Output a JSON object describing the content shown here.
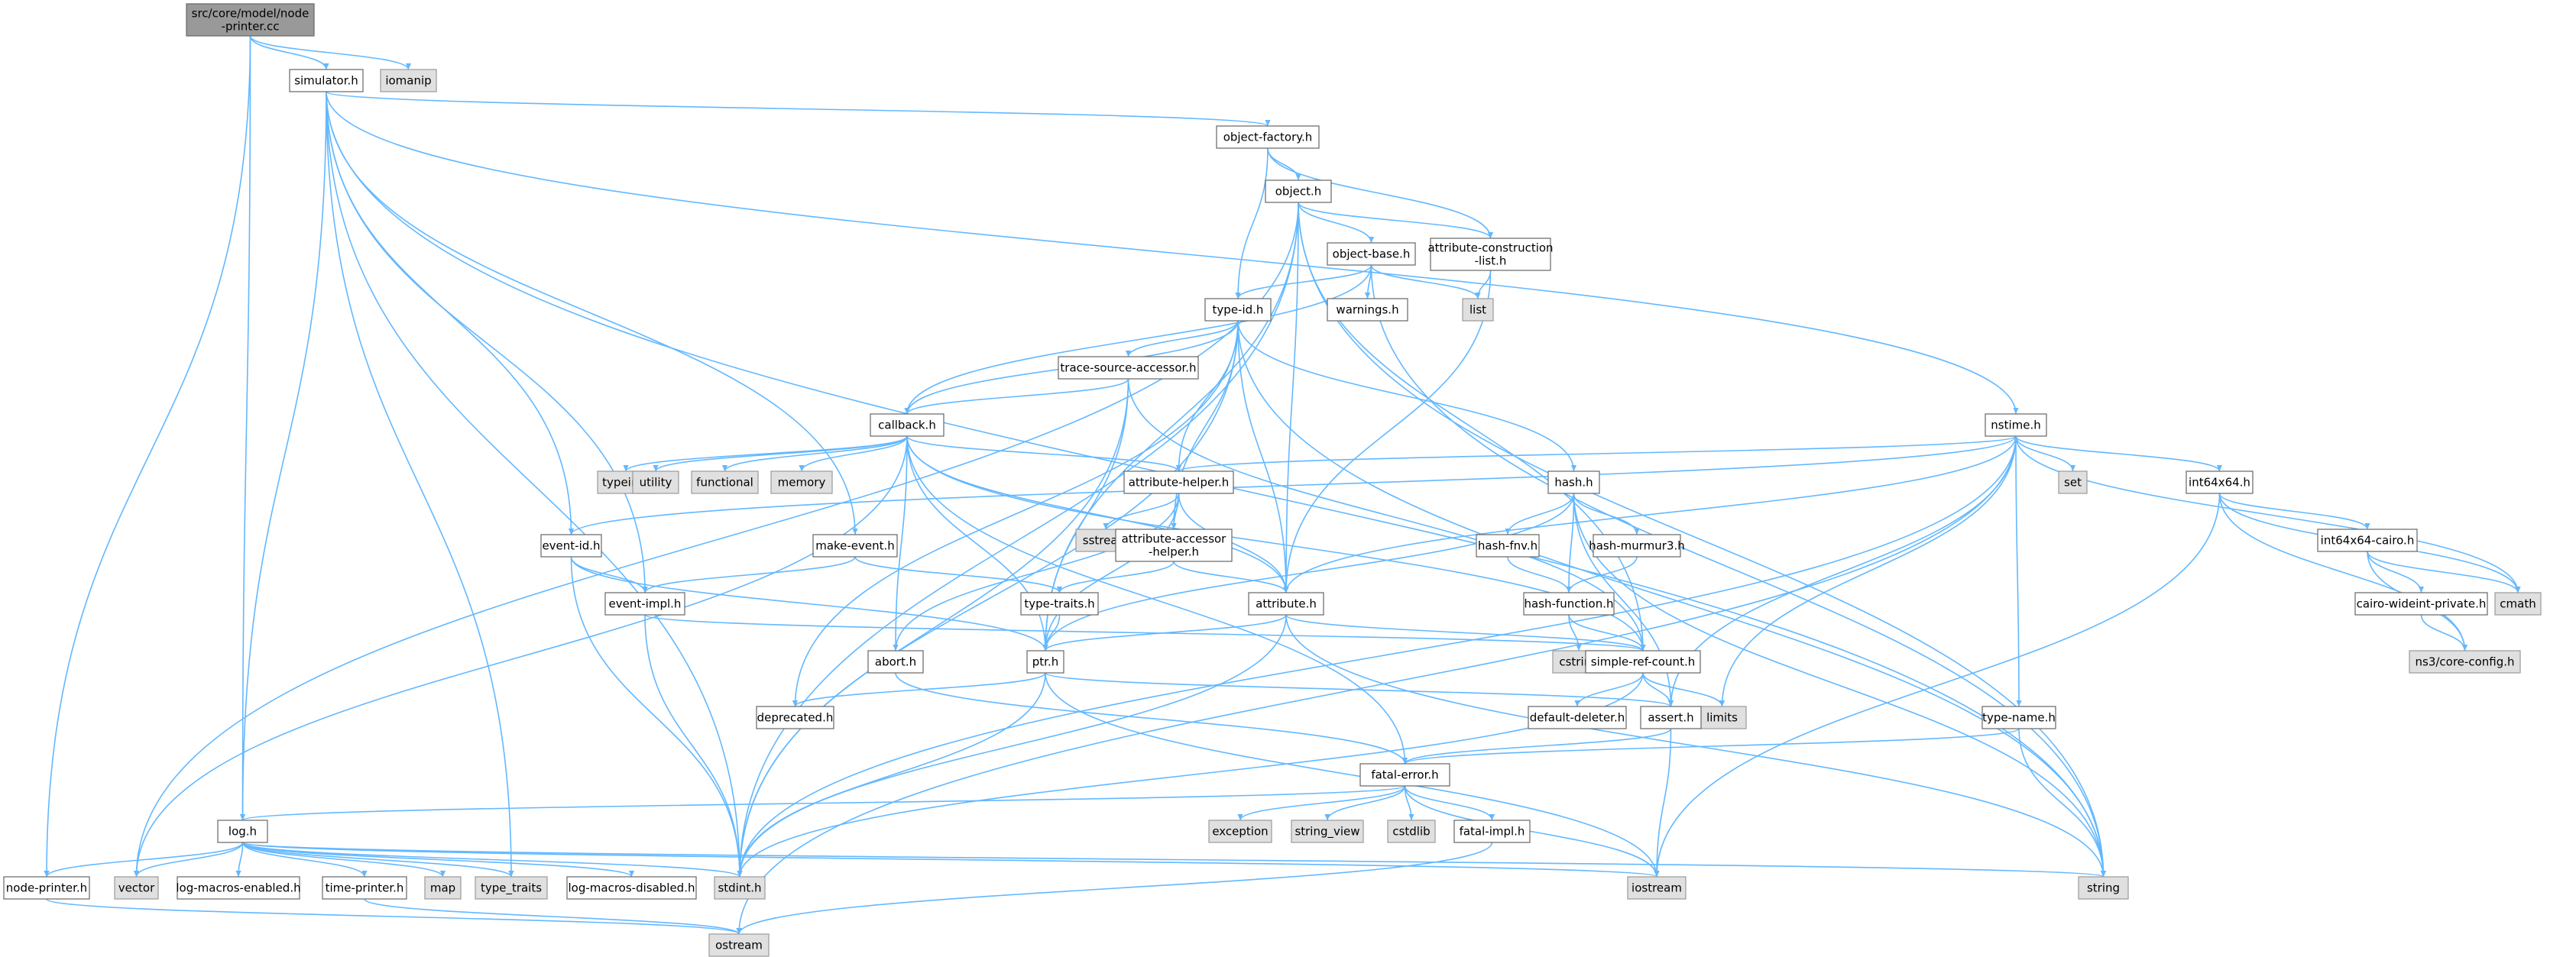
{
  "graph": {
    "root": "src/core/model/node-printer.cc",
    "nodes": {
      "root": {
        "lines": [
          "src/core/model/node",
          "-printer.cc"
        ],
        "style": "root"
      },
      "simulator": {
        "lines": [
          "simulator.h"
        ],
        "style": "normal"
      },
      "iomanip": {
        "lines": [
          "iomanip"
        ],
        "style": "system"
      },
      "object_factory": {
        "lines": [
          "object-factory.h"
        ],
        "style": "normal"
      },
      "object": {
        "lines": [
          "object.h"
        ],
        "style": "normal"
      },
      "object_base": {
        "lines": [
          "object-base.h"
        ],
        "style": "normal"
      },
      "attr_constr": {
        "lines": [
          "attribute-construction",
          "-list.h"
        ],
        "style": "normal"
      },
      "list": {
        "lines": [
          "list"
        ],
        "style": "system"
      },
      "warnings": {
        "lines": [
          "warnings.h"
        ],
        "style": "normal"
      },
      "type_id": {
        "lines": [
          "type-id.h"
        ],
        "style": "normal"
      },
      "trace_source": {
        "lines": [
          "trace-source-accessor.h"
        ],
        "style": "normal"
      },
      "callback": {
        "lines": [
          "callback.h"
        ],
        "style": "normal"
      },
      "typeinfo": {
        "lines": [
          "typeinfo"
        ],
        "style": "system"
      },
      "utility": {
        "lines": [
          "utility"
        ],
        "style": "system"
      },
      "functional": {
        "lines": [
          "functional"
        ],
        "style": "system"
      },
      "memory": {
        "lines": [
          "memory"
        ],
        "style": "system"
      },
      "attr_helper": {
        "lines": [
          "attribute-helper.h"
        ],
        "style": "normal"
      },
      "sstream": {
        "lines": [
          "sstream"
        ],
        "style": "system"
      },
      "attr_accessor": {
        "lines": [
          "attribute-accessor",
          "-helper.h"
        ],
        "style": "normal"
      },
      "type_traits_h": {
        "lines": [
          "type-traits.h"
        ],
        "style": "normal"
      },
      "make_event": {
        "lines": [
          "make-event.h"
        ],
        "style": "normal"
      },
      "event_id": {
        "lines": [
          "event-id.h"
        ],
        "style": "normal"
      },
      "event_impl": {
        "lines": [
          "event-impl.h"
        ],
        "style": "normal"
      },
      "abort": {
        "lines": [
          "abort.h"
        ],
        "style": "normal"
      },
      "ptr": {
        "lines": [
          "ptr.h"
        ],
        "style": "normal"
      },
      "deprecated": {
        "lines": [
          "deprecated.h"
        ],
        "style": "normal"
      },
      "attribute": {
        "lines": [
          "attribute.h"
        ],
        "style": "normal"
      },
      "hash": {
        "lines": [
          "hash.h"
        ],
        "style": "normal"
      },
      "hash_fnv": {
        "lines": [
          "hash-fnv.h"
        ],
        "style": "normal"
      },
      "hash_murmur": {
        "lines": [
          "hash-murmur3.h"
        ],
        "style": "normal"
      },
      "hash_function": {
        "lines": [
          "hash-function.h"
        ],
        "style": "normal"
      },
      "cstring": {
        "lines": [
          "cstring"
        ],
        "style": "system"
      },
      "simple_ref": {
        "lines": [
          "simple-ref-count.h"
        ],
        "style": "normal"
      },
      "limits": {
        "lines": [
          "limits"
        ],
        "style": "system"
      },
      "default_deleter": {
        "lines": [
          "default-deleter.h"
        ],
        "style": "normal"
      },
      "assert": {
        "lines": [
          "assert.h"
        ],
        "style": "normal"
      },
      "nstime": {
        "lines": [
          "nstime.h"
        ],
        "style": "normal"
      },
      "set": {
        "lines": [
          "set"
        ],
        "style": "system"
      },
      "int64x64": {
        "lines": [
          "int64x64.h"
        ],
        "style": "normal"
      },
      "int64x64_cairo": {
        "lines": [
          "int64x64-cairo.h"
        ],
        "style": "normal"
      },
      "cairo_wideint": {
        "lines": [
          "cairo-wideint-private.h"
        ],
        "style": "normal"
      },
      "cmath": {
        "lines": [
          "cmath"
        ],
        "style": "system"
      },
      "ns3_config": {
        "lines": [
          "ns3/core-config.h"
        ],
        "style": "system"
      },
      "type_name": {
        "lines": [
          "type-name.h"
        ],
        "style": "normal"
      },
      "fatal_error": {
        "lines": [
          "fatal-error.h"
        ],
        "style": "normal"
      },
      "exception": {
        "lines": [
          "exception"
        ],
        "style": "system"
      },
      "string_view": {
        "lines": [
          "string_view"
        ],
        "style": "system"
      },
      "cstdlib": {
        "lines": [
          "cstdlib"
        ],
        "style": "system"
      },
      "fatal_impl": {
        "lines": [
          "fatal-impl.h"
        ],
        "style": "normal"
      },
      "log": {
        "lines": [
          "log.h"
        ],
        "style": "normal"
      },
      "node_printer": {
        "lines": [
          "node-printer.h"
        ],
        "style": "normal"
      },
      "vector": {
        "lines": [
          "vector"
        ],
        "style": "system"
      },
      "log_enabled": {
        "lines": [
          "log-macros-enabled.h"
        ],
        "style": "normal"
      },
      "time_printer": {
        "lines": [
          "time-printer.h"
        ],
        "style": "normal"
      },
      "map": {
        "lines": [
          "map"
        ],
        "style": "system"
      },
      "type_traits": {
        "lines": [
          "type_traits"
        ],
        "style": "system"
      },
      "log_disabled": {
        "lines": [
          "log-macros-disabled.h"
        ],
        "style": "normal"
      },
      "stdint": {
        "lines": [
          "stdint.h"
        ],
        "style": "system"
      },
      "iostream": {
        "lines": [
          "iostream"
        ],
        "style": "system"
      },
      "string": {
        "lines": [
          "string"
        ],
        "style": "system"
      },
      "ostream": {
        "lines": [
          "ostream"
        ],
        "style": "system"
      }
    },
    "edges": [
      [
        "root",
        "simulator"
      ],
      [
        "root",
        "iomanip"
      ],
      [
        "root",
        "log"
      ],
      [
        "root",
        "node_printer"
      ],
      [
        "simulator",
        "object_factory"
      ],
      [
        "simulator",
        "nstime"
      ],
      [
        "simulator",
        "event_id"
      ],
      [
        "simulator",
        "event_impl"
      ],
      [
        "simulator",
        "make_event"
      ],
      [
        "simulator",
        "log"
      ],
      [
        "simulator",
        "stdint"
      ],
      [
        "simulator",
        "string"
      ],
      [
        "simulator",
        "type_traits"
      ],
      [
        "object_factory",
        "object"
      ],
      [
        "object_factory",
        "attr_constr"
      ],
      [
        "object_factory",
        "type_id"
      ],
      [
        "object",
        "object_base"
      ],
      [
        "object",
        "attr_constr"
      ],
      [
        "object",
        "attribute"
      ],
      [
        "object",
        "ptr"
      ],
      [
        "object",
        "simple_ref"
      ],
      [
        "object",
        "vector"
      ],
      [
        "object",
        "string"
      ],
      [
        "object",
        "stdint"
      ],
      [
        "object_base",
        "type_id"
      ],
      [
        "object_base",
        "warnings"
      ],
      [
        "object_base",
        "list"
      ],
      [
        "object_base",
        "callback"
      ],
      [
        "object_base",
        "string"
      ],
      [
        "attr_constr",
        "attribute"
      ],
      [
        "attr_constr",
        "list"
      ],
      [
        "type_id",
        "trace_source"
      ],
      [
        "type_id",
        "callback"
      ],
      [
        "type_id",
        "attr_helper"
      ],
      [
        "type_id",
        "attr_accessor"
      ],
      [
        "type_id",
        "attribute"
      ],
      [
        "type_id",
        "hash"
      ],
      [
        "type_id",
        "deprecated"
      ],
      [
        "type_id",
        "string"
      ],
      [
        "type_id",
        "stdint"
      ],
      [
        "trace_source",
        "callback"
      ],
      [
        "trace_source",
        "ptr"
      ],
      [
        "trace_source",
        "simple_ref"
      ],
      [
        "trace_source",
        "stdint"
      ],
      [
        "callback",
        "typeinfo"
      ],
      [
        "callback",
        "utility"
      ],
      [
        "callback",
        "functional"
      ],
      [
        "callback",
        "memory"
      ],
      [
        "callback",
        "attr_helper"
      ],
      [
        "callback",
        "attribute"
      ],
      [
        "callback",
        "ptr"
      ],
      [
        "callback",
        "simple_ref"
      ],
      [
        "callback",
        "abort"
      ],
      [
        "callback",
        "fatal_error"
      ],
      [
        "callback",
        "vector"
      ],
      [
        "attr_helper",
        "sstream"
      ],
      [
        "attr_helper",
        "attr_accessor"
      ],
      [
        "attr_helper",
        "attribute"
      ],
      [
        "attr_helper",
        "abort"
      ],
      [
        "attr_helper",
        "ptr"
      ],
      [
        "attr_accessor",
        "attribute"
      ],
      [
        "attr_accessor",
        "type_traits_h"
      ],
      [
        "type_traits_h",
        "ptr"
      ],
      [
        "make_event",
        "event_impl"
      ],
      [
        "make_event",
        "type_traits_h"
      ],
      [
        "event_id",
        "event_impl"
      ],
      [
        "event_id",
        "ptr"
      ],
      [
        "event_id",
        "stdint"
      ],
      [
        "event_impl",
        "simple_ref"
      ],
      [
        "event_impl",
        "stdint"
      ],
      [
        "abort",
        "fatal_error"
      ],
      [
        "ptr",
        "assert"
      ],
      [
        "ptr",
        "deprecated"
      ],
      [
        "ptr",
        "iostream"
      ],
      [
        "ptr",
        "stdint"
      ],
      [
        "attribute",
        "ptr"
      ],
      [
        "attribute",
        "simple_ref"
      ],
      [
        "attribute",
        "string"
      ],
      [
        "attribute",
        "stdint"
      ],
      [
        "hash",
        "hash_fnv"
      ],
      [
        "hash",
        "hash_murmur"
      ],
      [
        "hash",
        "hash_function"
      ],
      [
        "hash",
        "assert"
      ],
      [
        "hash",
        "ptr"
      ],
      [
        "hash",
        "string"
      ],
      [
        "hash_fnv",
        "hash_function"
      ],
      [
        "hash_murmur",
        "hash_function"
      ],
      [
        "hash_function",
        "cstring"
      ],
      [
        "hash_function",
        "simple_ref"
      ],
      [
        "simple_ref",
        "assert"
      ],
      [
        "simple_ref",
        "default_deleter"
      ],
      [
        "simple_ref",
        "limits"
      ],
      [
        "simple_ref",
        "stdint"
      ],
      [
        "assert",
        "fatal_error"
      ],
      [
        "assert",
        "iostream"
      ],
      [
        "nstime",
        "int64x64"
      ],
      [
        "nstime",
        "set"
      ],
      [
        "nstime",
        "attribute"
      ],
      [
        "nstime",
        "attr_helper"
      ],
      [
        "nstime",
        "event_id"
      ],
      [
        "nstime",
        "assert"
      ],
      [
        "nstime",
        "type_name"
      ],
      [
        "nstime",
        "limits"
      ],
      [
        "nstime",
        "cmath"
      ],
      [
        "nstime",
        "ostream"
      ],
      [
        "nstime",
        "stdint"
      ],
      [
        "int64x64",
        "int64x64_cairo"
      ],
      [
        "int64x64",
        "cmath"
      ],
      [
        "int64x64",
        "ns3_config"
      ],
      [
        "int64x64",
        "iostream"
      ],
      [
        "int64x64_cairo",
        "cairo_wideint"
      ],
      [
        "int64x64_cairo",
        "ns3_config"
      ],
      [
        "int64x64_cairo",
        "cmath"
      ],
      [
        "cairo_wideint",
        "ns3_config"
      ],
      [
        "type_name",
        "fatal_error"
      ],
      [
        "type_name",
        "string"
      ],
      [
        "fatal_error",
        "log"
      ],
      [
        "fatal_error",
        "exception"
      ],
      [
        "fatal_error",
        "string_view"
      ],
      [
        "fatal_error",
        "cstdlib"
      ],
      [
        "fatal_error",
        "fatal_impl"
      ],
      [
        "fatal_error",
        "iostream"
      ],
      [
        "fatal_impl",
        "ostream"
      ],
      [
        "log",
        "node_printer"
      ],
      [
        "log",
        "vector"
      ],
      [
        "log",
        "log_enabled"
      ],
      [
        "log",
        "time_printer"
      ],
      [
        "log",
        "map"
      ],
      [
        "log",
        "type_traits"
      ],
      [
        "log",
        "log_disabled"
      ],
      [
        "log",
        "stdint"
      ],
      [
        "log",
        "iostream"
      ],
      [
        "log",
        "string"
      ],
      [
        "node_printer",
        "ostream"
      ],
      [
        "time_printer",
        "ostream"
      ]
    ]
  },
  "colors": {
    "edge": "#63b8ff",
    "root_fill": "#999999",
    "root_border": "#666666",
    "node_fill": "#ffffff",
    "node_border": "#666666",
    "system_fill": "#e0e0e0",
    "system_border": "#999999"
  }
}
